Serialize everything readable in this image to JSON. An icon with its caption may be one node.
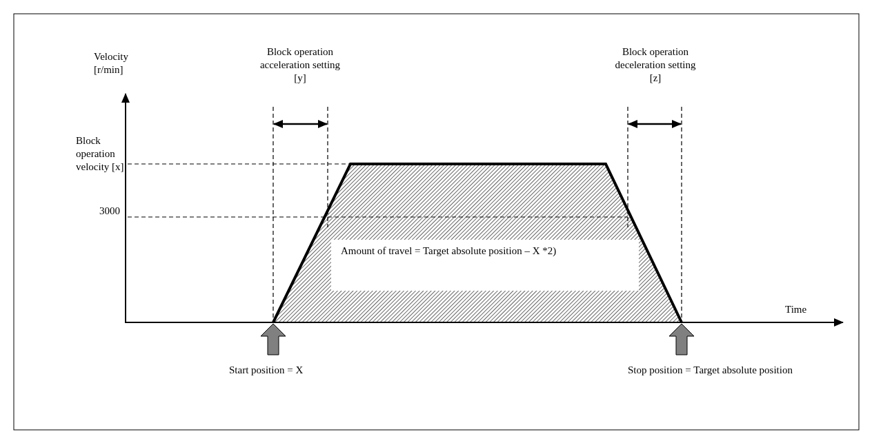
{
  "diagram": {
    "labels": [
      "Velocity [r/min]",
      "Block operation acceleration setting [y]",
      "Block operation deceleration setting [z]",
      "Block operation velocity [x]",
      "3000",
      "Amount of travel = Target absolute position – X *2)",
      "Time",
      "Start position = X",
      "Stop position = Target absolute position"
    ]
  }
}
